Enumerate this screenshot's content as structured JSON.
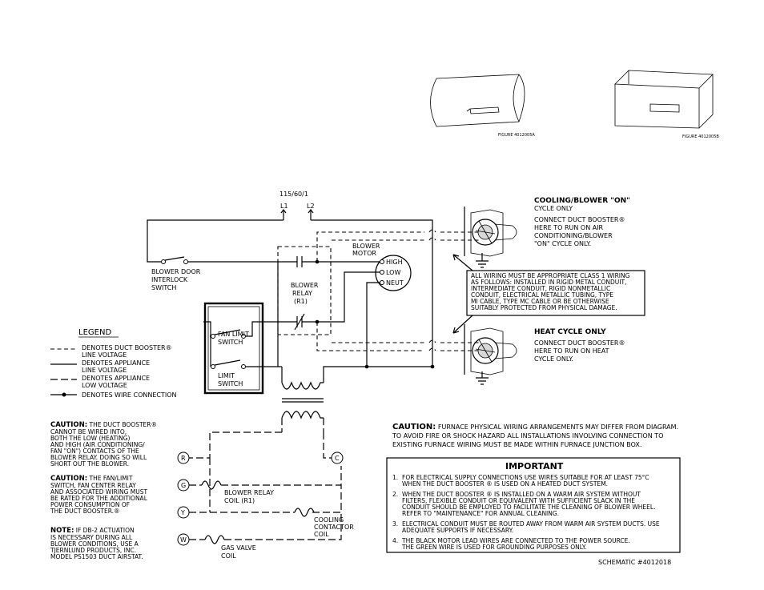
{
  "figures": {
    "fig_a_caption": "FIGURE 4012005A",
    "fig_b_caption": "FIGURE 4012005B"
  },
  "supply": {
    "voltage": "115/60/1",
    "l1": "L1",
    "l2": "L2"
  },
  "components": {
    "blower_door": [
      "BLOWER DOOR",
      "INTERLOCK",
      "SWITCH"
    ],
    "blower_motor": [
      "BLOWER",
      "MOTOR"
    ],
    "blower_relay": [
      "BLOWER",
      "RELAY",
      "(R1)"
    ],
    "fan_limit": [
      "FAN LIMIT",
      "SWITCH"
    ],
    "limit": [
      "LIMIT",
      "SWITCH"
    ],
    "motor_taps": {
      "high": "HIGH",
      "low": "LOW",
      "neut": "NEUT"
    },
    "relay_coil": [
      "BLOWER RELAY",
      "COIL (R1)"
    ],
    "cooling_coil": [
      "COOLING",
      "CONTACTOR",
      "COIL"
    ],
    "gas_valve": [
      "GAS VALVE",
      "COIL"
    ],
    "terminals": {
      "r": "R",
      "c": "C",
      "g": "G",
      "y": "Y",
      "w": "W"
    }
  },
  "legend": {
    "title": "LEGEND",
    "items": [
      {
        "style": "dashed",
        "lines": [
          "DENOTES DUCT BOOSTER®",
          "LINE VOLTAGE"
        ]
      },
      {
        "style": "solid",
        "lines": [
          "DENOTES APPLIANCE",
          "LINE VOLTAGE"
        ]
      },
      {
        "style": "long-dash",
        "lines": [
          "DENOTES APPLIANCE",
          "LOW VOLTAGE"
        ]
      },
      {
        "style": "connection",
        "lines": [
          "DENOTES WIRE CONNECTION"
        ]
      }
    ]
  },
  "cooling_note": {
    "title": "COOLING/BLOWER \"ON\"",
    "title2": "CYCLE ONLY",
    "lines": [
      "CONNECT DUCT BOOSTER®",
      "HERE TO RUN ON AIR",
      "CONDITIONING/BLOWER",
      "\"ON\" CYCLE ONLY."
    ]
  },
  "heat_note": {
    "title": "HEAT CYCLE ONLY",
    "lines": [
      "CONNECT DUCT BOOSTER®",
      "HERE TO RUN ON HEAT",
      "CYCLE ONLY."
    ]
  },
  "wiring_box": {
    "lines": [
      "ALL WIRING MUST BE APPROPRIATE CLASS 1 WIRING",
      "AS FOLLOWS: INSTALLED IN RIGID METAL CONDUIT,",
      "INTERMEDIATE CONDUIT, RIGID NONMETALLIC",
      "CONDUIT, ELECTRICAL METALLIC TUBING, TYPE",
      "MI CABLE, TYPE MC CABLE OR BE OTHERWISE",
      "SUITABLY PROTECTED FROM PHYSICAL DAMAGE."
    ]
  },
  "caution1": {
    "head": "CAUTION:",
    "first": " THE DUCT BOOSTER®",
    "lines": [
      "CANNOT BE WIRED INTO,",
      "BOTH THE LOW (HEATING)",
      "AND HIGH (AIR CONDITIONING/",
      "FAN \"ON\") CONTACTS OF THE",
      "BLOWER RELAY. DOING SO WILL",
      "SHORT OUT THE BLOWER."
    ]
  },
  "caution2": {
    "head": "CAUTION:",
    "first": " THE FAN/LIMIT",
    "lines": [
      "SWITCH, FAN CENTER RELAY",
      "AND ASSOCIATED WIRING MUST",
      "BE RATED FOR THE ADDITIONAL",
      "POWER CONSUMPTION OF",
      "THE DUCT BOOSTER.®"
    ]
  },
  "note": {
    "head": "NOTE:",
    "first": " IF DB-2 ACTUATION",
    "lines": [
      "IS NECESSARY DURING ALL",
      "BLOWER CONDITIONS, USE A",
      "TJERNLUND PRODUCTS, INC.",
      "MODEL PS1503 DUCT AIRSTAT."
    ]
  },
  "main_caution": {
    "head": "CAUTION:",
    "first": " FURNACE PHYSICAL WIRING ARRANGEMENTS MAY DIFFER FROM DIAGRAM.",
    "lines": [
      "TO AVOID FIRE OR SHOCK HAZARD ALL INSTALLATIONS INVOLVING CONNECTION TO",
      "EXISTING FURNACE WIRING MUST BE MADE WITHIN FURNACE JUNCTION BOX."
    ]
  },
  "important": {
    "title": "IMPORTANT",
    "items": [
      {
        "num": "1.",
        "lines": [
          "FOR ELECTRICAL SUPPLY CONNECTIONS USE WIRES SUITABLE FOR AT LEAST 75°C",
          "WHEN THE DUCT BOOSTER ® IS USED ON A HEATED DUCT SYSTEM."
        ]
      },
      {
        "num": "2.",
        "lines": [
          "WHEN THE DUCT BOOSTER ® IS INSTALLED ON A WARM AIR SYSTEM WITHOUT",
          "FILTERS, FLEXIBLE CONDUIT OR EQUIVALENT WITH SUFFICIENT SLACK IN THE",
          "CONDUIT SHOULD BE EMPLOYED TO FACILITATE THE CLEANING OF BLOWER WHEEL.",
          "REFER TO \"MAINTENANCE\" FOR ANNUAL CLEANING."
        ]
      },
      {
        "num": "3.",
        "lines": [
          "ELECTRICAL CONDUIT MUST BE ROUTED AWAY FROM WARM AIR SYSTEM DUCTS. USE",
          "ADEQUATE SUPPORTS IF NECESSARY."
        ]
      },
      {
        "num": "4.",
        "lines": [
          "THE BLACK MOTOR LEAD WIRES ARE CONNECTED TO THE POWER SOURCE.",
          "THE GREEN WIRE IS USED FOR GROUNDING PURPOSES ONLY."
        ]
      }
    ]
  },
  "schematic_no": "SCHEMATIC #4012018"
}
